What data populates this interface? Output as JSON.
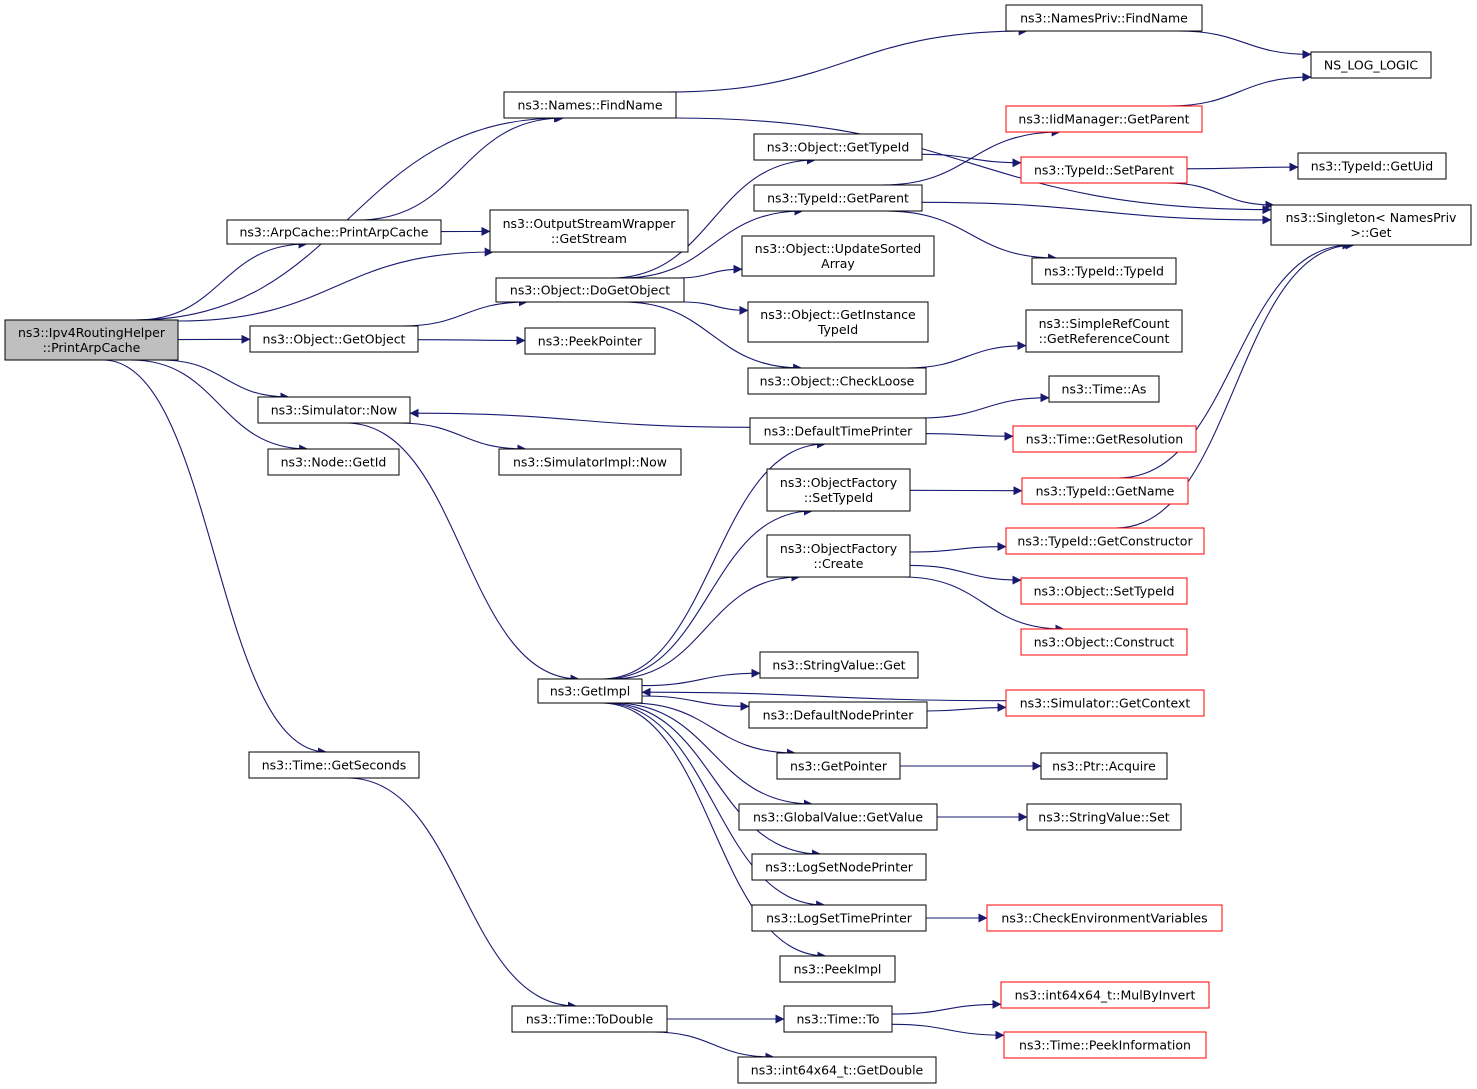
{
  "colors": {
    "edge": "#191970",
    "border": "#000000",
    "border_incomplete": "#ff0000",
    "root_fill": "#bfbfbf"
  },
  "nodes": [
    {
      "id": "root",
      "lines": [
        "ns3::Ipv4RoutingHelper",
        "::PrintArpCache"
      ],
      "style": "root"
    },
    {
      "id": "arpcache_print",
      "lines": [
        "ns3::ArpCache::PrintArpCache"
      ],
      "style": "normal"
    },
    {
      "id": "names_find",
      "lines": [
        "ns3::Names::FindName"
      ],
      "style": "normal"
    },
    {
      "id": "namespriv_find",
      "lines": [
        "ns3::NamesPriv::FindName"
      ],
      "style": "normal"
    },
    {
      "id": "ns_log_logic",
      "lines": [
        "NS_LOG_LOGIC"
      ],
      "style": "normal"
    },
    {
      "id": "osw_getstream",
      "lines": [
        "ns3::OutputStreamWrapper",
        "::GetStream"
      ],
      "style": "normal"
    },
    {
      "id": "object_getobject",
      "lines": [
        "ns3::Object::GetObject"
      ],
      "style": "normal"
    },
    {
      "id": "peekpointer",
      "lines": [
        "ns3::PeekPointer"
      ],
      "style": "normal"
    },
    {
      "id": "object_dogetobject",
      "lines": [
        "ns3::Object::DoGetObject"
      ],
      "style": "normal"
    },
    {
      "id": "object_gettypeid",
      "lines": [
        "ns3::Object::GetTypeId"
      ],
      "style": "normal"
    },
    {
      "id": "typeid_getparent",
      "lines": [
        "ns3::TypeId::GetParent"
      ],
      "style": "normal"
    },
    {
      "id": "iidmanager_getparent",
      "lines": [
        "ns3::IidManager::GetParent"
      ],
      "style": "red"
    },
    {
      "id": "typeid_setparent",
      "lines": [
        "ns3::TypeId::SetParent"
      ],
      "style": "red"
    },
    {
      "id": "typeid_getuid",
      "lines": [
        "ns3::TypeId::GetUid"
      ],
      "style": "normal"
    },
    {
      "id": "singleton_get",
      "lines": [
        "ns3::Singleton< NamesPriv",
        ">::Get"
      ],
      "style": "normal"
    },
    {
      "id": "object_updatesorted",
      "lines": [
        "ns3::Object::UpdateSorted",
        "Array"
      ],
      "style": "normal"
    },
    {
      "id": "typeid_typeid",
      "lines": [
        "ns3::TypeId::TypeId"
      ],
      "style": "normal"
    },
    {
      "id": "object_getinstancetypeid",
      "lines": [
        "ns3::Object::GetInstance",
        "TypeId"
      ],
      "style": "normal"
    },
    {
      "id": "simplerefcount",
      "lines": [
        "ns3::SimpleRefCount",
        "::GetReferenceCount"
      ],
      "style": "normal"
    },
    {
      "id": "object_checkloose",
      "lines": [
        "ns3::Object::CheckLoose"
      ],
      "style": "normal"
    },
    {
      "id": "simulator_now",
      "lines": [
        "ns3::Simulator::Now"
      ],
      "style": "normal"
    },
    {
      "id": "node_getid",
      "lines": [
        "ns3::Node::GetId"
      ],
      "style": "normal"
    },
    {
      "id": "simulatorimpl_now",
      "lines": [
        "ns3::SimulatorImpl::Now"
      ],
      "style": "normal"
    },
    {
      "id": "defaulttimeprinter",
      "lines": [
        "ns3::DefaultTimePrinter"
      ],
      "style": "normal"
    },
    {
      "id": "time_as",
      "lines": [
        "ns3::Time::As"
      ],
      "style": "normal"
    },
    {
      "id": "time_getresolution",
      "lines": [
        "ns3::Time::GetResolution"
      ],
      "style": "red"
    },
    {
      "id": "objectfactory_settypeid",
      "lines": [
        "ns3::ObjectFactory",
        "::SetTypeId"
      ],
      "style": "normal"
    },
    {
      "id": "typeid_getname",
      "lines": [
        "ns3::TypeId::GetName"
      ],
      "style": "red"
    },
    {
      "id": "objectfactory_create",
      "lines": [
        "ns3::ObjectFactory",
        "::Create"
      ],
      "style": "normal"
    },
    {
      "id": "typeid_getconstructor",
      "lines": [
        "ns3::TypeId::GetConstructor"
      ],
      "style": "red"
    },
    {
      "id": "object_settypeid",
      "lines": [
        "ns3::Object::SetTypeId"
      ],
      "style": "red"
    },
    {
      "id": "object_construct",
      "lines": [
        "ns3::Object::Construct"
      ],
      "style": "red"
    },
    {
      "id": "getimpl",
      "lines": [
        "ns3::GetImpl"
      ],
      "style": "normal"
    },
    {
      "id": "stringvalue_get",
      "lines": [
        "ns3::StringValue::Get"
      ],
      "style": "normal"
    },
    {
      "id": "defaultnodeprinter",
      "lines": [
        "ns3::DefaultNodePrinter"
      ],
      "style": "normal"
    },
    {
      "id": "simulator_getcontext",
      "lines": [
        "ns3::Simulator::GetContext"
      ],
      "style": "red"
    },
    {
      "id": "getpointer",
      "lines": [
        "ns3::GetPointer"
      ],
      "style": "normal"
    },
    {
      "id": "ptr_acquire",
      "lines": [
        "ns3::Ptr::Acquire"
      ],
      "style": "normal"
    },
    {
      "id": "globalvalue_getvalue",
      "lines": [
        "ns3::GlobalValue::GetValue"
      ],
      "style": "normal"
    },
    {
      "id": "stringvalue_set",
      "lines": [
        "ns3::StringValue::Set"
      ],
      "style": "normal"
    },
    {
      "id": "logsetnodeprinter",
      "lines": [
        "ns3::LogSetNodePrinter"
      ],
      "style": "normal"
    },
    {
      "id": "logsettimeprinter",
      "lines": [
        "ns3::LogSetTimePrinter"
      ],
      "style": "normal"
    },
    {
      "id": "checkenvvars",
      "lines": [
        "ns3::CheckEnvironmentVariables"
      ],
      "style": "red"
    },
    {
      "id": "peekimpl",
      "lines": [
        "ns3::PeekImpl"
      ],
      "style": "normal"
    },
    {
      "id": "time_getseconds",
      "lines": [
        "ns3::Time::GetSeconds"
      ],
      "style": "normal"
    },
    {
      "id": "time_todouble",
      "lines": [
        "ns3::Time::ToDouble"
      ],
      "style": "normal"
    },
    {
      "id": "time_to",
      "lines": [
        "ns3::Time::To"
      ],
      "style": "normal"
    },
    {
      "id": "int64_mulbyinvert",
      "lines": [
        "ns3::int64x64_t::MulByInvert"
      ],
      "style": "red"
    },
    {
      "id": "time_peekinformation",
      "lines": [
        "ns3::Time::PeekInformation"
      ],
      "style": "red"
    },
    {
      "id": "int64_getdouble",
      "lines": [
        "ns3::int64x64_t::GetDouble"
      ],
      "style": "normal"
    }
  ],
  "edges": [
    [
      "root",
      "names_find"
    ],
    [
      "root",
      "arpcache_print"
    ],
    [
      "root",
      "osw_getstream"
    ],
    [
      "root",
      "object_getobject"
    ],
    [
      "root",
      "simulator_now"
    ],
    [
      "root",
      "node_getid"
    ],
    [
      "root",
      "time_getseconds"
    ],
    [
      "arpcache_print",
      "names_find"
    ],
    [
      "arpcache_print",
      "osw_getstream"
    ],
    [
      "names_find",
      "namespriv_find"
    ],
    [
      "names_find",
      "singleton_get"
    ],
    [
      "namespriv_find",
      "ns_log_logic"
    ],
    [
      "object_getobject",
      "object_dogetobject"
    ],
    [
      "object_getobject",
      "peekpointer"
    ],
    [
      "object_dogetobject",
      "object_gettypeid"
    ],
    [
      "object_dogetobject",
      "typeid_getparent"
    ],
    [
      "object_dogetobject",
      "object_updatesorted"
    ],
    [
      "object_dogetobject",
      "object_getinstancetypeid"
    ],
    [
      "object_dogetobject",
      "object_checkloose"
    ],
    [
      "object_gettypeid",
      "typeid_setparent"
    ],
    [
      "typeid_getparent",
      "iidmanager_getparent"
    ],
    [
      "typeid_getparent",
      "singleton_get"
    ],
    [
      "typeid_getparent",
      "typeid_typeid"
    ],
    [
      "iidmanager_getparent",
      "ns_log_logic"
    ],
    [
      "typeid_setparent",
      "typeid_getuid"
    ],
    [
      "typeid_setparent",
      "singleton_get"
    ],
    [
      "object_checkloose",
      "simplerefcount"
    ],
    [
      "simulator_now",
      "simulatorimpl_now"
    ],
    [
      "simulator_now",
      "getimpl"
    ],
    [
      "defaulttimeprinter",
      "simulator_now"
    ],
    [
      "defaulttimeprinter",
      "time_as"
    ],
    [
      "defaulttimeprinter",
      "time_getresolution"
    ],
    [
      "objectfactory_settypeid",
      "typeid_getname"
    ],
    [
      "typeid_getname",
      "singleton_get"
    ],
    [
      "typeid_getconstructor",
      "singleton_get"
    ],
    [
      "objectfactory_create",
      "typeid_getconstructor"
    ],
    [
      "objectfactory_create",
      "object_settypeid"
    ],
    [
      "objectfactory_create",
      "object_construct"
    ],
    [
      "getimpl",
      "defaulttimeprinter"
    ],
    [
      "getimpl",
      "objectfactory_settypeid"
    ],
    [
      "getimpl",
      "objectfactory_create"
    ],
    [
      "getimpl",
      "stringvalue_get"
    ],
    [
      "getimpl",
      "defaultnodeprinter"
    ],
    [
      "getimpl",
      "getpointer"
    ],
    [
      "getimpl",
      "globalvalue_getvalue"
    ],
    [
      "getimpl",
      "logsetnodeprinter"
    ],
    [
      "getimpl",
      "logsettimeprinter"
    ],
    [
      "getimpl",
      "peekimpl"
    ],
    [
      "simulator_getcontext",
      "getimpl"
    ],
    [
      "defaultnodeprinter",
      "simulator_getcontext"
    ],
    [
      "getpointer",
      "ptr_acquire"
    ],
    [
      "globalvalue_getvalue",
      "stringvalue_set"
    ],
    [
      "logsettimeprinter",
      "checkenvvars"
    ],
    [
      "time_getseconds",
      "time_todouble"
    ],
    [
      "time_todouble",
      "time_to"
    ],
    [
      "time_todouble",
      "int64_getdouble"
    ],
    [
      "time_to",
      "int64_mulbyinvert"
    ],
    [
      "time_to",
      "time_peekinformation"
    ]
  ]
}
